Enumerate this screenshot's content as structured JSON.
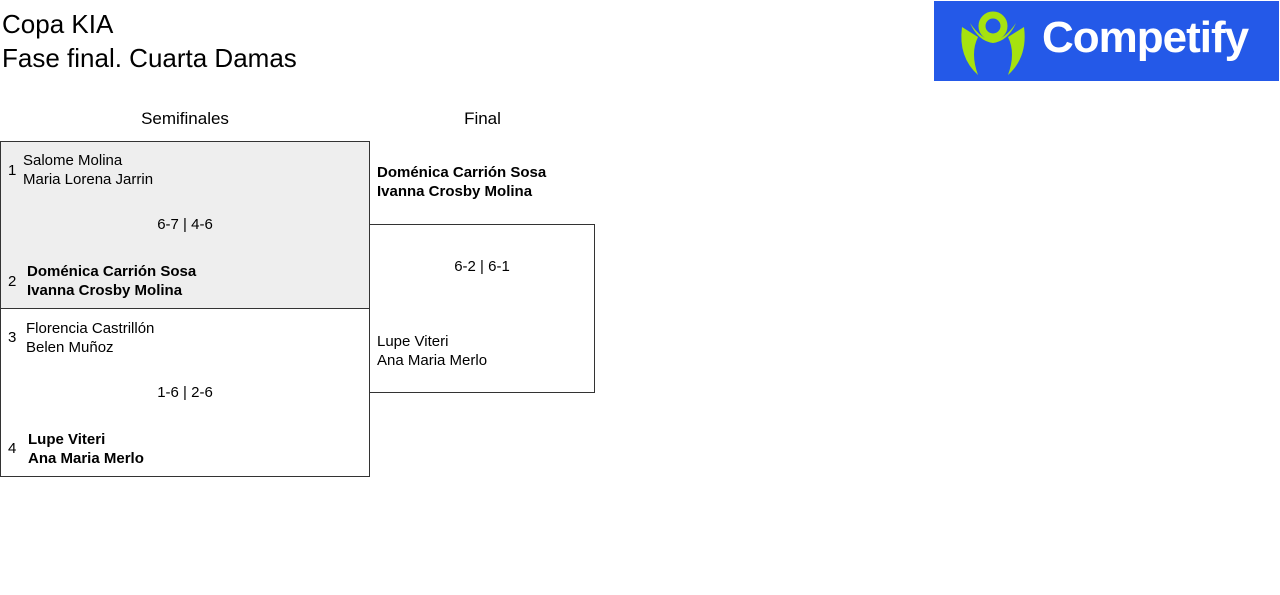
{
  "header": {
    "title_line1": "Copa KIA",
    "title_line2": "Fase final. Cuarta Damas",
    "logo_text": "Competify"
  },
  "colors": {
    "logo_bg": "#2459e8",
    "logo_icon": "#a6e20f",
    "loser_bg": "#eeeeee"
  },
  "rounds": [
    {
      "label": "Semifinales"
    },
    {
      "label": "Final"
    }
  ],
  "semifinals": [
    {
      "score": "6-7 | 4-6",
      "team1": {
        "seed": "1",
        "player1": "Salome Molina",
        "player2": "Maria Lorena Jarrin"
      },
      "team2": {
        "seed": "2",
        "player1": "Doménica Carrión Sosa",
        "player2": "Ivanna Crosby Molina"
      }
    },
    {
      "score": "1-6 | 2-6",
      "team1": {
        "seed": "3",
        "player1": "Florencia Castrillón",
        "player2": "Belen Muñoz"
      },
      "team2": {
        "seed": "4",
        "player1": "Lupe Viteri",
        "player2": "Ana Maria Merlo"
      }
    }
  ],
  "final": {
    "score": "6-2 | 6-1",
    "team1": {
      "player1": "Doménica Carrión Sosa",
      "player2": "Ivanna Crosby Molina"
    },
    "team2": {
      "player1": "Lupe Viteri",
      "player2": "Ana Maria Merlo"
    }
  }
}
